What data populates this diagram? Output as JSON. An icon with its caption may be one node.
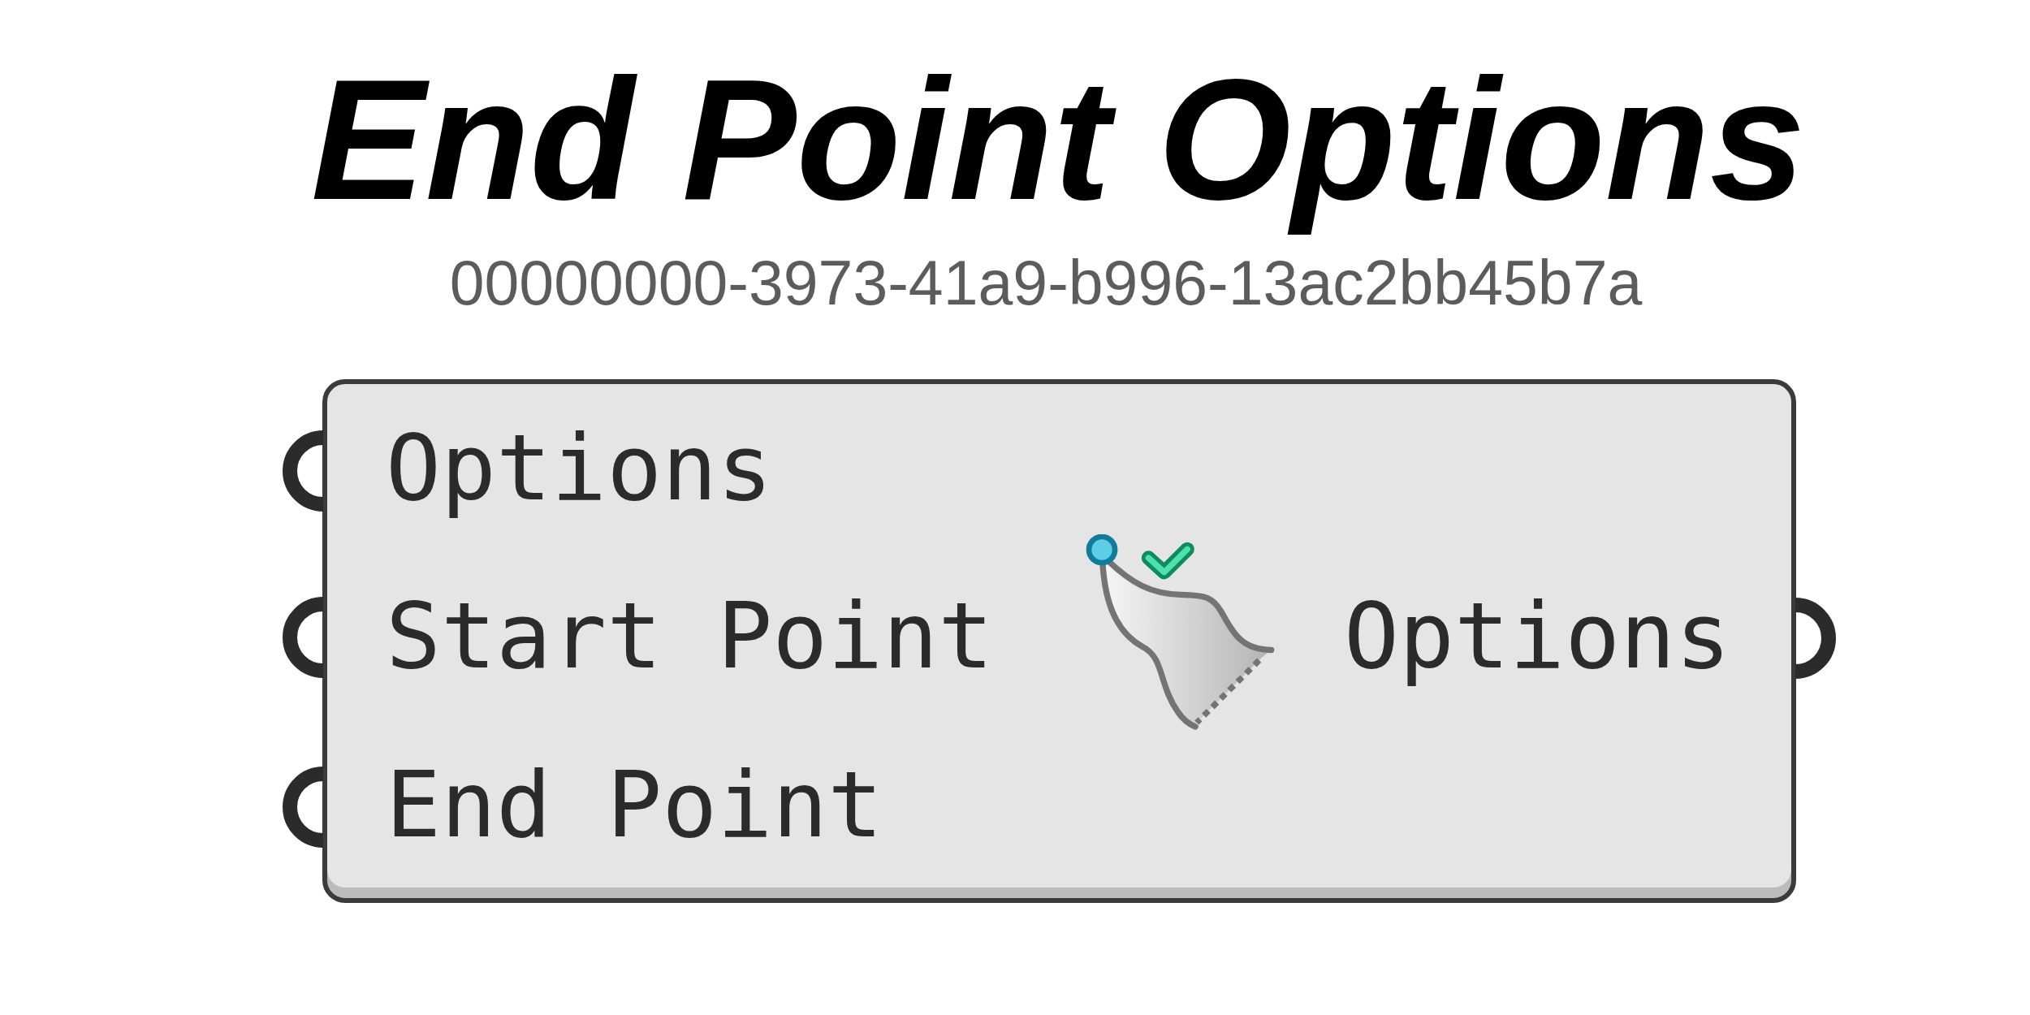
{
  "diagram": {
    "title": "End Point Options",
    "nodes": [
      {
        "text": [
          "Options",
          "Start Point",
          "End Point",
          "Options"
        ]
      }
    ],
    "labels": [
      "00000000-3973-41a9-b996-13ac2bb45b7a"
    ]
  }
}
